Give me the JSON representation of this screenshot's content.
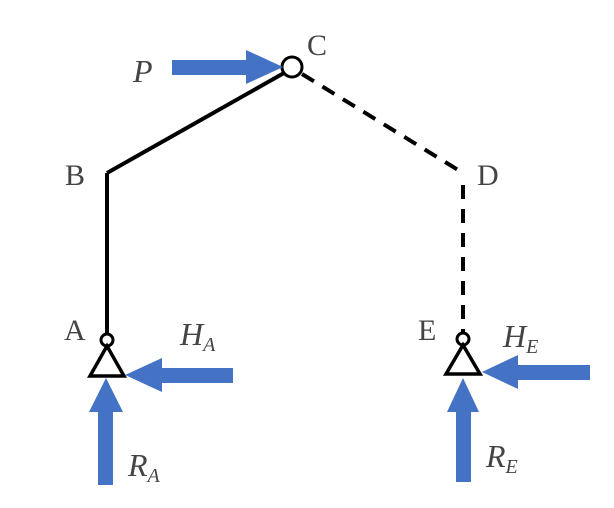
{
  "diagram": {
    "points": {
      "A": "A",
      "B": "B",
      "C": "C",
      "D": "D",
      "E": "E"
    },
    "forces": {
      "P": {
        "main": "P",
        "sub": ""
      },
      "HA": {
        "main": "H",
        "sub": "A"
      },
      "RA": {
        "main": "R",
        "sub": "A"
      },
      "HE": {
        "main": "H",
        "sub": "E"
      },
      "RE": {
        "main": "R",
        "sub": "E"
      }
    },
    "colors": {
      "arrow": "#4472C4",
      "member": "#000000",
      "label": "#444444"
    },
    "members": [
      {
        "from": "A",
        "to": "B",
        "style": "solid"
      },
      {
        "from": "B",
        "to": "C",
        "style": "solid"
      },
      {
        "from": "C",
        "to": "D",
        "style": "dashed"
      },
      {
        "from": "D",
        "to": "E",
        "style": "dashed"
      }
    ],
    "supports": [
      {
        "at": "A",
        "type": "pin"
      },
      {
        "at": "E",
        "type": "pin"
      }
    ],
    "hinges": [
      "C"
    ]
  }
}
